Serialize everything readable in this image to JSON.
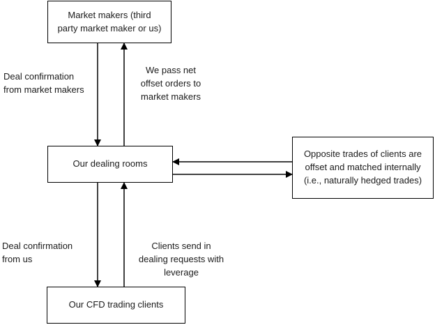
{
  "colors": {
    "line": "#000000",
    "text": "#1a1a1a",
    "box_fill": "#ffffff",
    "background": "#ffffff"
  },
  "nodes": {
    "market_makers": "Market makers (third\nparty market maker or us)",
    "dealing_rooms": "Our dealing rooms",
    "internal_matching": "Opposite trades of clients are\noffset and matched internally\n(i.e., naturally hedged trades)",
    "cfd_clients": "Our CFD trading clients"
  },
  "edges": {
    "confirm_from_market_makers": "Deal confirmation\nfrom market makers",
    "pass_net_offset": "We pass net\noffset orders to\nmarket makers",
    "confirm_from_us": "Deal confirmation\nfrom us",
    "clients_send_requests": "Clients send in\ndealing requests with\nleverage"
  }
}
